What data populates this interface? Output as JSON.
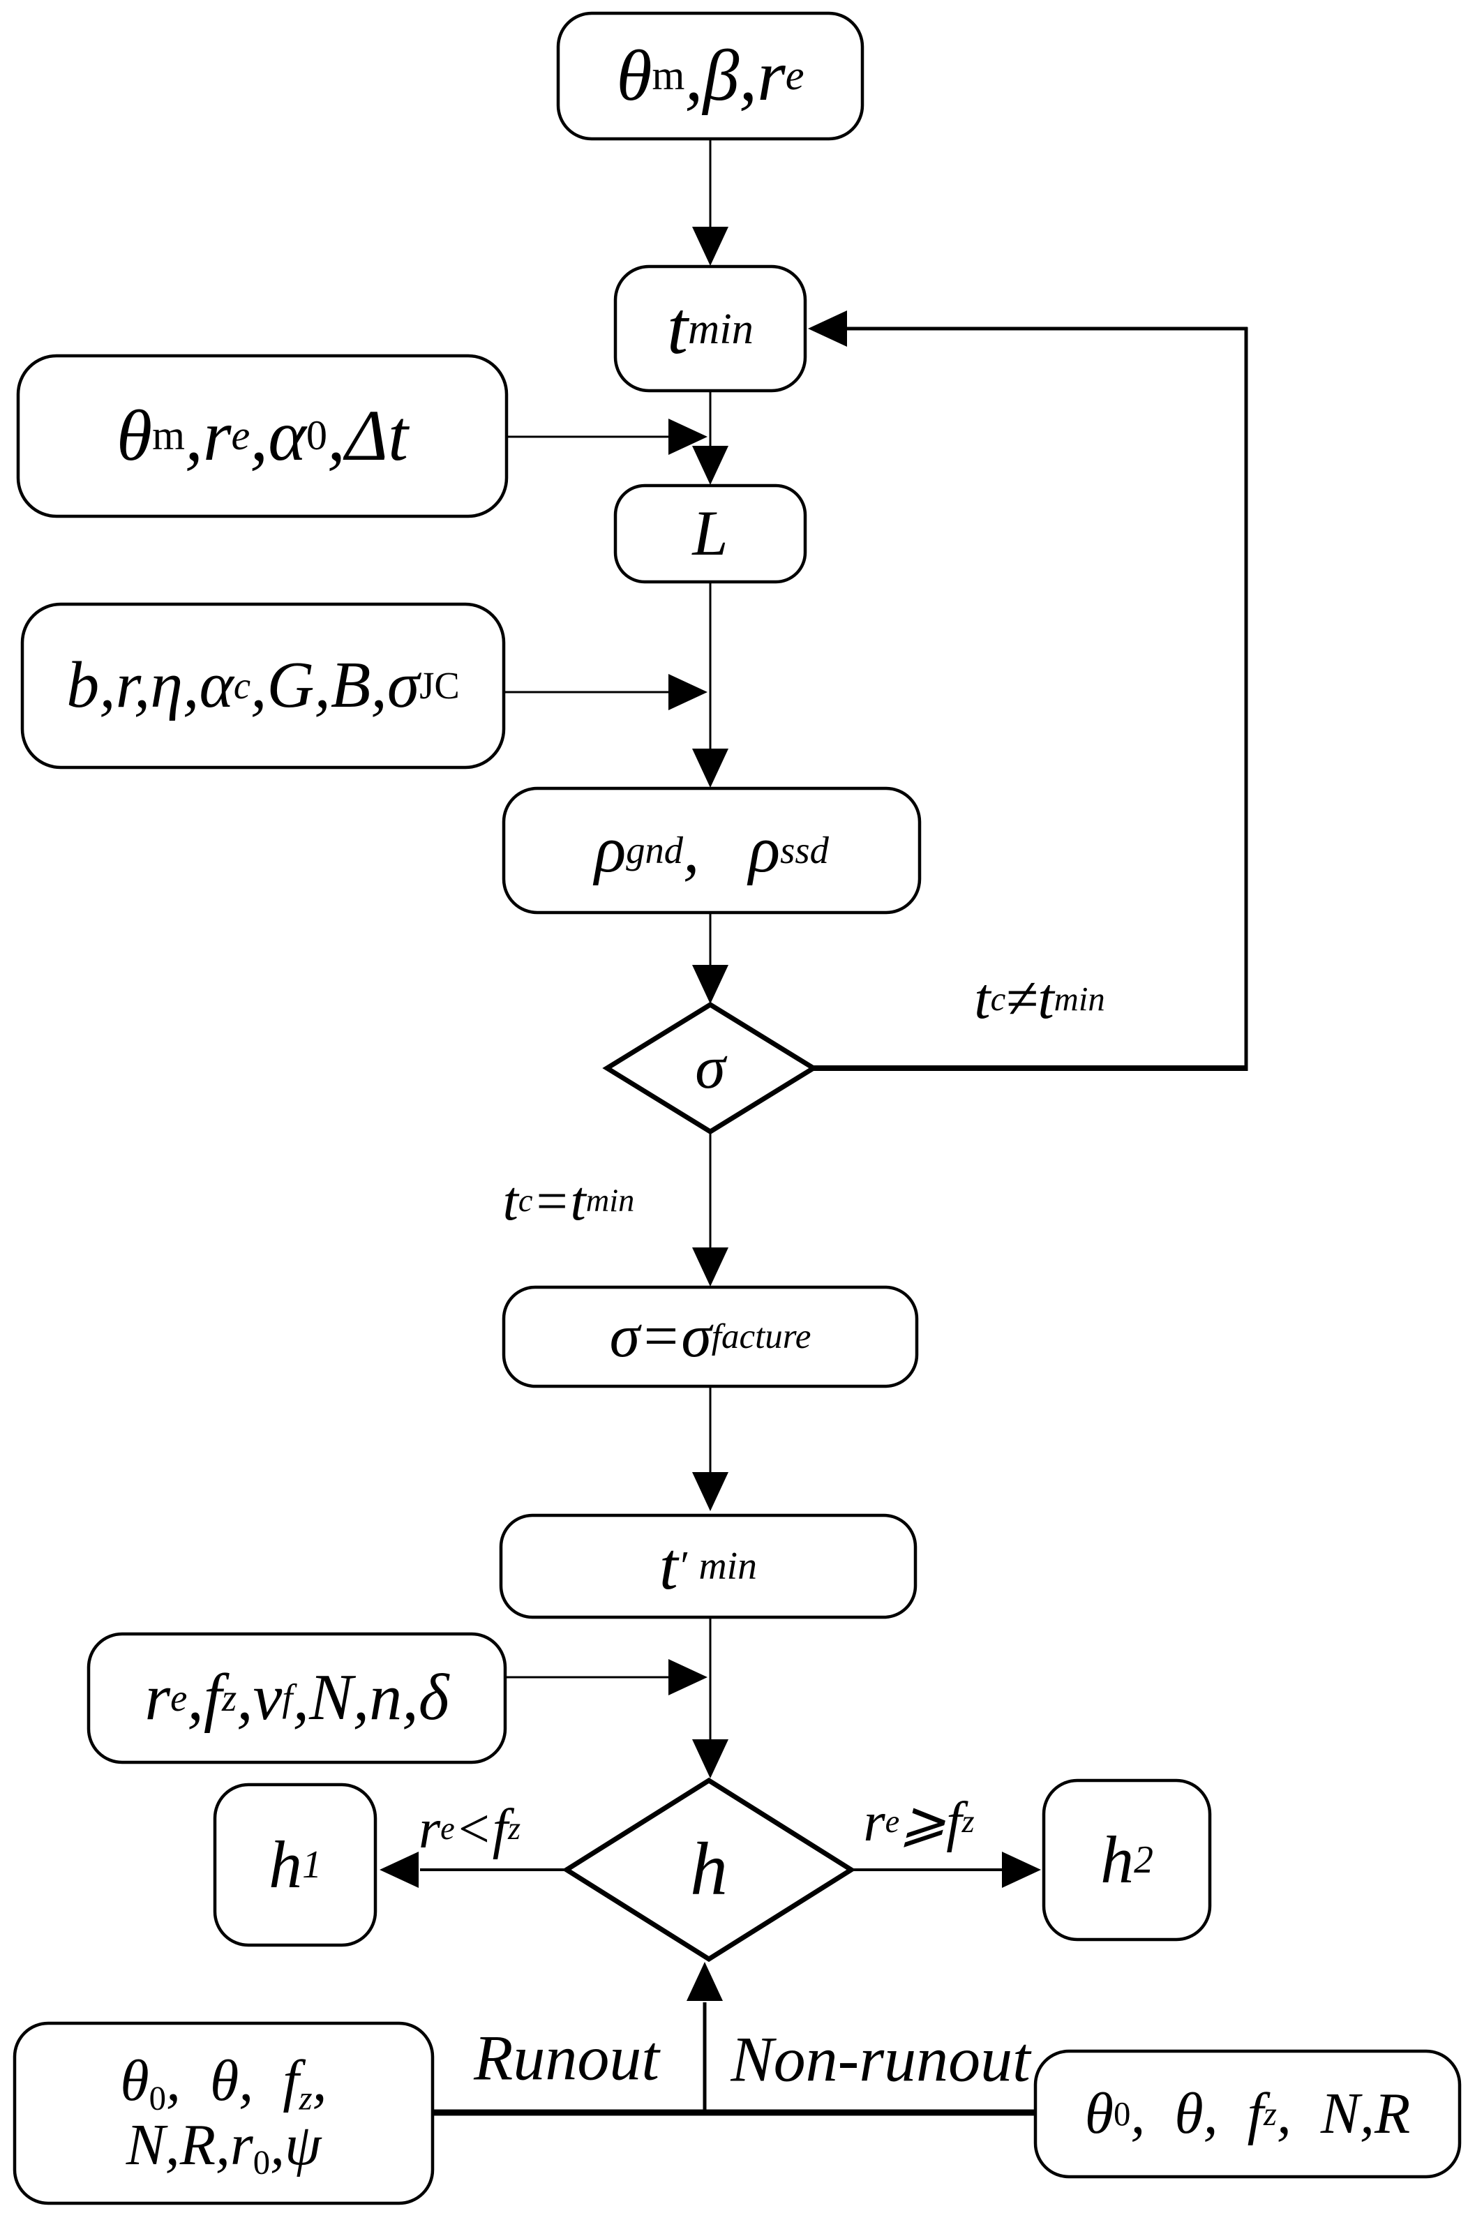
{
  "colors": {
    "background": "#ffffff",
    "stroke": "#000000"
  },
  "nodes": {
    "start": {
      "t1": "θ",
      "s1": "m",
      "t2": ",β,r",
      "s2": "e"
    },
    "tmin": {
      "t1": "t",
      "s1": "min"
    },
    "input_L": {
      "t1": "θ",
      "s1": "m",
      "t2": ",r",
      "s2": "e",
      "t3": ",α",
      "s3": "0",
      "t4": ",Δt"
    },
    "L": {
      "t1": "L"
    },
    "input_rho": {
      "t1": "b,r,η,α",
      "s1": "c",
      "t2": ",G,B,σ",
      "s2": "JC"
    },
    "rho": {
      "t1": "ρ",
      "s1": "gnd",
      "t2": ",   ρ",
      "s2": "ssd"
    },
    "sigma": {
      "t1": "σ"
    },
    "sigma_fracture": {
      "t1": "σ=σ",
      "s1": "facture"
    },
    "t_prime_min": {
      "t1": "t",
      "p1": "′",
      "s1": "min"
    },
    "input_h": {
      "t1": "r",
      "s1": "e",
      "t2": ",f",
      "s2": "z",
      "t3": ",v",
      "s3": "f",
      "t4": ",N,n,δ"
    },
    "h": {
      "t1": "h"
    },
    "h1": {
      "t1": "h",
      "s1": "1"
    },
    "h2": {
      "t1": "h",
      "s1": "2"
    },
    "runout_inputs": {
      "line1": {
        "t1": "θ",
        "s1": "0",
        "t2": ",  θ,  f",
        "s2": "z",
        "t3": ","
      },
      "line2": {
        "t1": "N,R,r",
        "s1": "0",
        "t2": ",ψ"
      }
    },
    "nonrunout_inputs": {
      "t1": "θ",
      "s1": "0",
      "t2": ",  θ,  f",
      "s2": "z",
      "t3": ",  N,R"
    }
  },
  "edge_labels": {
    "not_converged": {
      "t1": "t",
      "s1": "c",
      "t2": "≠t",
      "s2": "min"
    },
    "converged": {
      "t1": "t",
      "s1": "c",
      "t2": "=t",
      "s2": "min"
    },
    "runout_less": {
      "t1": "r",
      "s1": "e",
      "t2": "<f",
      "s2": "z"
    },
    "runout_geq": {
      "t1": "r",
      "s1": "e",
      "t2": "⩾f",
      "s2": "z"
    },
    "runout": "Runout",
    "nonrunout": "Non-runout"
  }
}
